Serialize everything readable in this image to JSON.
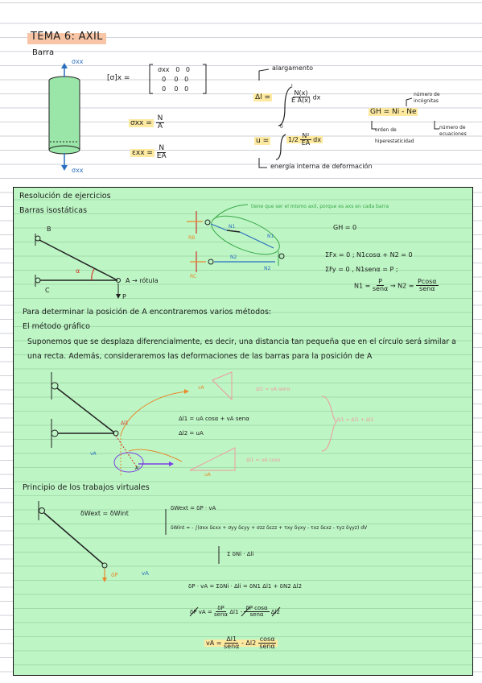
{
  "header": {
    "title": "TEMA 6: AXIL",
    "subtitle": "Barra"
  },
  "top": {
    "sigma_top": "σxx",
    "sigma_bottom": "σxx",
    "tensor_lhs": "[σ]x =",
    "tensor_m11": "σxx",
    "tensor_zero": "0",
    "sigma_eq": "σxx =",
    "sigma_num": "N",
    "sigma_den": "A",
    "eps_eq": "εxx =",
    "eps_num": "N",
    "eps_den": "EA",
    "alarg_label": "alargamento",
    "dl_lhs": "Δl =",
    "integral_lo": "0",
    "integral_hi": "l",
    "dl_num": "N(x)",
    "dl_den": "E A(x)",
    "dl_dx": "dx",
    "u_lhs": "u =",
    "u_half": "1/2",
    "u_num": "N²",
    "u_den": "EA",
    "u_dx": "dx",
    "energy_label": "energía interna de deformación",
    "gh_label": "número de incógnitas",
    "gh_eq": "GH = Ni - Ne",
    "gh_grado": "orden de hiperestaticidad",
    "gh_ec": "número de ecuaciones"
  },
  "box": {
    "h1": "Resolución de ejercicios",
    "h2": "Barras isostáticas",
    "label_B": "B",
    "label_C": "C",
    "label_A": "A → rótula",
    "label_P": "P",
    "label_alpha": "α",
    "note_green": "tiene que ser el mismo axil, porque es axs en cada barra",
    "fbd_N1": "N1",
    "fbd_N2": "N2",
    "fbd_RB": "RB",
    "fbd_RC": "RC",
    "gh_zero": "GH = 0",
    "eq1": "ΣFx = 0 ; N1cosα + N2 = 0",
    "eq2": "ΣFy = 0 , N1senα = P ;",
    "eq3_a": "N1 =",
    "eq3_pnum": "P",
    "eq3_pden": "senα",
    "eq3_arrow": "→ N2 =",
    "eq3_qnum": "Pcosα",
    "eq3_qden": "senα",
    "p1": "Para determinar la posición de A encontraremos varios métodos:",
    "p2": "El método gráfico",
    "p3": "Suponemos que se desplaza diferencialmente, es decir, una distancia tan pequeña que en el círculo será similar a",
    "p4": "una recta. Además, consideraremos las deformaciones de las barras para la posición de A",
    "g_dl1": "Δl1 = uA cosα + vA senα",
    "g_dl2": "Δl2 = uA",
    "g_top": "Δl1 = vA senα",
    "g_bot": "Δl1 = uA cosα",
    "g_right": "Δl1 = Δl1 + Δl1",
    "g_uA": "uA",
    "g_vA": "vA",
    "g_dl1s": "Δl1",
    "g_Ap": "A'",
    "p5": "Principio de los trabajos virtuales",
    "w1": "δWext = δWint",
    "w2": "δWext = δP · vA",
    "w3": "δWint = - ∫(σxx δεxx + σyy δεyy + σzz δεzz + τxy δγxy - τxz δεxz - τyz δγyz) dV",
    "w4": "Σ δNi · Δli",
    "w5": "δP · vA = ΣδNi · Δli = δN1 Δl1 + δN2 Δl2",
    "w6_lhs": "δP vA =",
    "w6_num1": "δP",
    "w6_den1": "senα",
    "w6_mid": "Δl1 -",
    "w6_num2": "δP cosα",
    "w6_den2": "senα",
    "w6_end": "Δl2",
    "w7_lhs": "vA =",
    "w7_num1": "Δl1",
    "w7_den1": "senα",
    "w7_mid": "- Δl2",
    "w7_num2": "cosα",
    "w7_den2": "senα",
    "w_dP": "δP",
    "w_vA": "vA"
  }
}
